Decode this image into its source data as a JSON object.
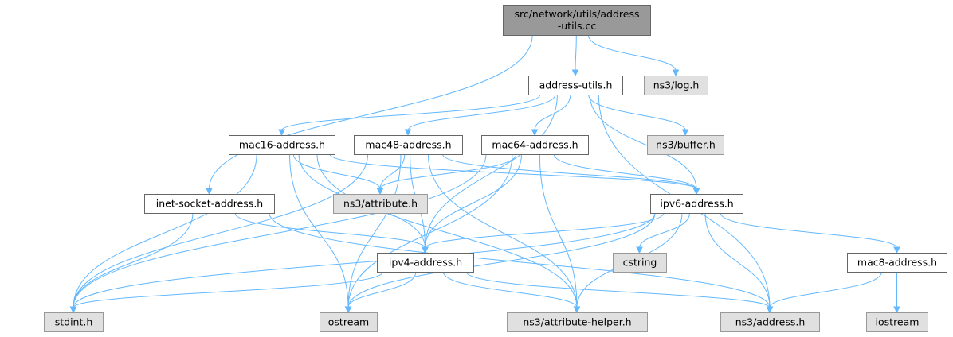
{
  "colors": {
    "edge": "#63b8ff",
    "root_fill": "#999999",
    "root_stroke": "#666666",
    "file_fill": "#ffffff",
    "file_stroke": "#666666",
    "external_fill": "#e0e0e0",
    "external_stroke": "#999999"
  },
  "nodes": {
    "root": {
      "lines": [
        "src/network/utils/address",
        "-utils.cc"
      ],
      "kind": "root"
    },
    "address_utils": {
      "lines": [
        "address-utils.h"
      ],
      "kind": "file"
    },
    "log": {
      "lines": [
        "ns3/log.h"
      ],
      "kind": "external"
    },
    "mac16": {
      "lines": [
        "mac16-address.h"
      ],
      "kind": "file"
    },
    "mac48": {
      "lines": [
        "mac48-address.h"
      ],
      "kind": "file"
    },
    "mac64": {
      "lines": [
        "mac64-address.h"
      ],
      "kind": "file"
    },
    "buffer": {
      "lines": [
        "ns3/buffer.h"
      ],
      "kind": "external"
    },
    "inet_socket": {
      "lines": [
        "inet-socket-address.h"
      ],
      "kind": "file"
    },
    "attribute": {
      "lines": [
        "ns3/attribute.h"
      ],
      "kind": "external"
    },
    "ipv6": {
      "lines": [
        "ipv6-address.h"
      ],
      "kind": "file"
    },
    "ipv4": {
      "lines": [
        "ipv4-address.h"
      ],
      "kind": "file"
    },
    "cstring": {
      "lines": [
        "cstring"
      ],
      "kind": "external"
    },
    "mac8": {
      "lines": [
        "mac8-address.h"
      ],
      "kind": "file"
    },
    "stdint": {
      "lines": [
        "stdint.h"
      ],
      "kind": "external"
    },
    "ostream": {
      "lines": [
        "ostream"
      ],
      "kind": "external"
    },
    "attribute_helper": {
      "lines": [
        "ns3/attribute-helper.h"
      ],
      "kind": "external"
    },
    "address": {
      "lines": [
        "ns3/address.h"
      ],
      "kind": "external"
    },
    "iostream": {
      "lines": [
        "iostream"
      ],
      "kind": "external"
    }
  },
  "edges": [
    [
      "root",
      "address_utils"
    ],
    [
      "root",
      "log"
    ],
    [
      "root",
      "inet_socket"
    ],
    [
      "address_utils",
      "mac16"
    ],
    [
      "address_utils",
      "mac48"
    ],
    [
      "address_utils",
      "mac64"
    ],
    [
      "address_utils",
      "buffer"
    ],
    [
      "address_utils",
      "ipv6"
    ],
    [
      "address_utils",
      "ipv4"
    ],
    [
      "address_utils",
      "address"
    ],
    [
      "mac16",
      "attribute"
    ],
    [
      "mac16",
      "ipv6"
    ],
    [
      "mac16",
      "ipv4"
    ],
    [
      "mac16",
      "stdint"
    ],
    [
      "mac16",
      "ostream"
    ],
    [
      "mac16",
      "attribute_helper"
    ],
    [
      "mac48",
      "attribute"
    ],
    [
      "mac48",
      "ipv6"
    ],
    [
      "mac48",
      "ipv4"
    ],
    [
      "mac48",
      "stdint"
    ],
    [
      "mac48",
      "ostream"
    ],
    [
      "mac48",
      "attribute_helper"
    ],
    [
      "mac64",
      "attribute"
    ],
    [
      "mac64",
      "ipv6"
    ],
    [
      "mac64",
      "ipv4"
    ],
    [
      "mac64",
      "stdint"
    ],
    [
      "mac64",
      "ostream"
    ],
    [
      "mac64",
      "attribute_helper"
    ],
    [
      "inet_socket",
      "ipv4"
    ],
    [
      "inet_socket",
      "stdint"
    ],
    [
      "inet_socket",
      "address"
    ],
    [
      "ipv6",
      "ipv4"
    ],
    [
      "ipv6",
      "cstring"
    ],
    [
      "ipv6",
      "mac8"
    ],
    [
      "ipv6",
      "stdint"
    ],
    [
      "ipv6",
      "ostream"
    ],
    [
      "ipv6",
      "attribute_helper"
    ],
    [
      "ipv6",
      "address"
    ],
    [
      "ipv4",
      "stdint"
    ],
    [
      "ipv4",
      "ostream"
    ],
    [
      "ipv4",
      "attribute_helper"
    ],
    [
      "ipv4",
      "address"
    ],
    [
      "mac8",
      "address"
    ],
    [
      "mac8",
      "iostream"
    ]
  ]
}
